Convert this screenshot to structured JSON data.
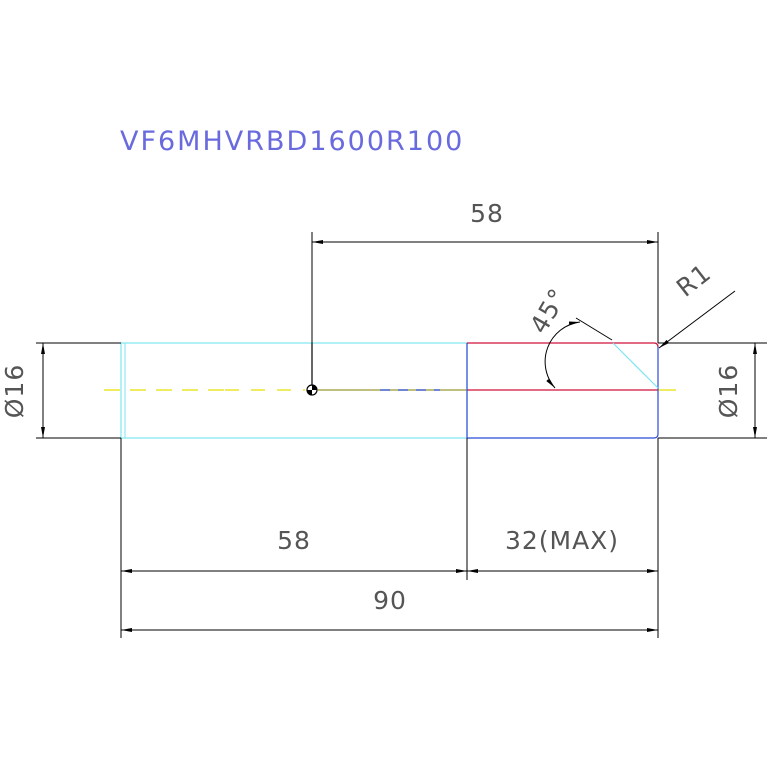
{
  "title": "VF6MHVRBD1600R100",
  "dimensions": {
    "top_length": "58",
    "bottom_left_length": "58",
    "bottom_right_length": "32(MAX)",
    "overall_length": "90",
    "left_diameter": "Ø16",
    "right_diameter": "Ø16",
    "chamfer_angle": "45°",
    "corner_radius": "R1"
  },
  "colors": {
    "body_outline": "#7ee6f2",
    "tip_outline": "#d0103a",
    "edge_outline": "#2a4bd8",
    "centerline": "#e8e000",
    "dimension": "#000000",
    "text": "#555555",
    "title_text": "#6a6adf"
  }
}
